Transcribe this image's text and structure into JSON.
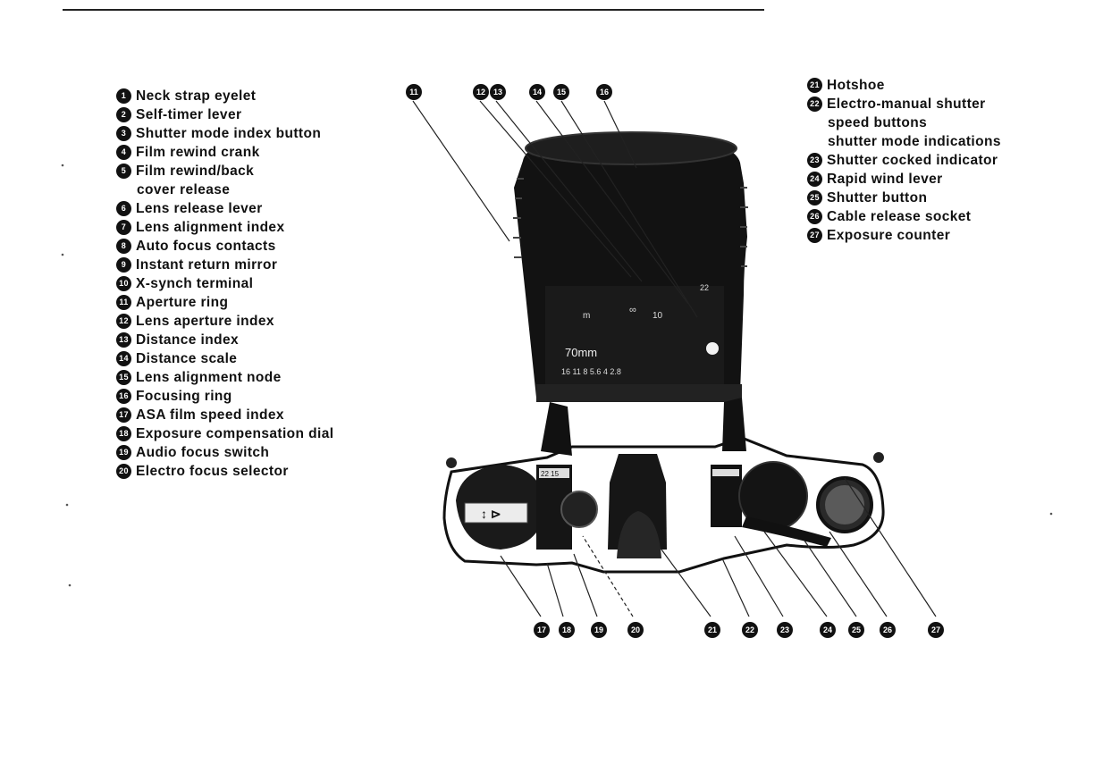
{
  "legend_left": [
    {
      "number": "1",
      "text": "Neck strap eyelet"
    },
    {
      "number": "2",
      "text": "Self-timer lever"
    },
    {
      "number": "3",
      "text": "Shutter mode index button"
    },
    {
      "number": "4",
      "text": "Film rewind crank"
    },
    {
      "number": "5",
      "text": "Film rewind/back",
      "cont": "cover release"
    },
    {
      "number": "6",
      "text": "Lens release lever"
    },
    {
      "number": "7",
      "text": "Lens alignment index"
    },
    {
      "number": "8",
      "text": "Auto focus contacts"
    },
    {
      "number": "9",
      "text": "Instant return mirror"
    },
    {
      "number": "10",
      "text": "X-synch terminal"
    },
    {
      "number": "11",
      "text": "Aperture ring"
    },
    {
      "number": "12",
      "text": "Lens aperture index"
    },
    {
      "number": "13",
      "text": "Distance index"
    },
    {
      "number": "14",
      "text": "Distance scale"
    },
    {
      "number": "15",
      "text": "Lens alignment node"
    },
    {
      "number": "16",
      "text": "Focusing ring"
    },
    {
      "number": "17",
      "text": "ASA film speed index"
    },
    {
      "number": "18",
      "text": "Exposure compensation dial"
    },
    {
      "number": "19",
      "text": "Audio focus switch"
    },
    {
      "number": "20",
      "text": "Electro focus selector"
    }
  ],
  "legend_right": [
    {
      "number": "21",
      "text": "Hotshoe"
    },
    {
      "number": "22",
      "text": "Electro-manual shutter",
      "cont": "speed buttons",
      "cont2": "shutter mode indications"
    },
    {
      "number": "23",
      "text": "Shutter cocked indicator"
    },
    {
      "number": "24",
      "text": "Rapid wind lever"
    },
    {
      "number": "25",
      "text": "Shutter button"
    },
    {
      "number": "26",
      "text": "Cable release socket"
    },
    {
      "number": "27",
      "text": "Exposure counter"
    }
  ],
  "lens_markings": {
    "focal_length": "70mm",
    "aperture_scale": "16 11 8 5.6 4 2.8",
    "distance_m": "m",
    "distance_inf": "∞",
    "distance_ten": "10",
    "aperture_22": "22"
  },
  "top_callouts": [
    "11",
    "12",
    "13",
    "14",
    "15",
    "16"
  ],
  "bottom_callouts": [
    "17",
    "18",
    "19",
    "20",
    "21",
    "22",
    "23",
    "24",
    "25",
    "26",
    "27"
  ],
  "counter_window": "22 15",
  "colors": {
    "ink": "#111111",
    "paper": "#ffffff",
    "grey": "#8a8a8a"
  }
}
